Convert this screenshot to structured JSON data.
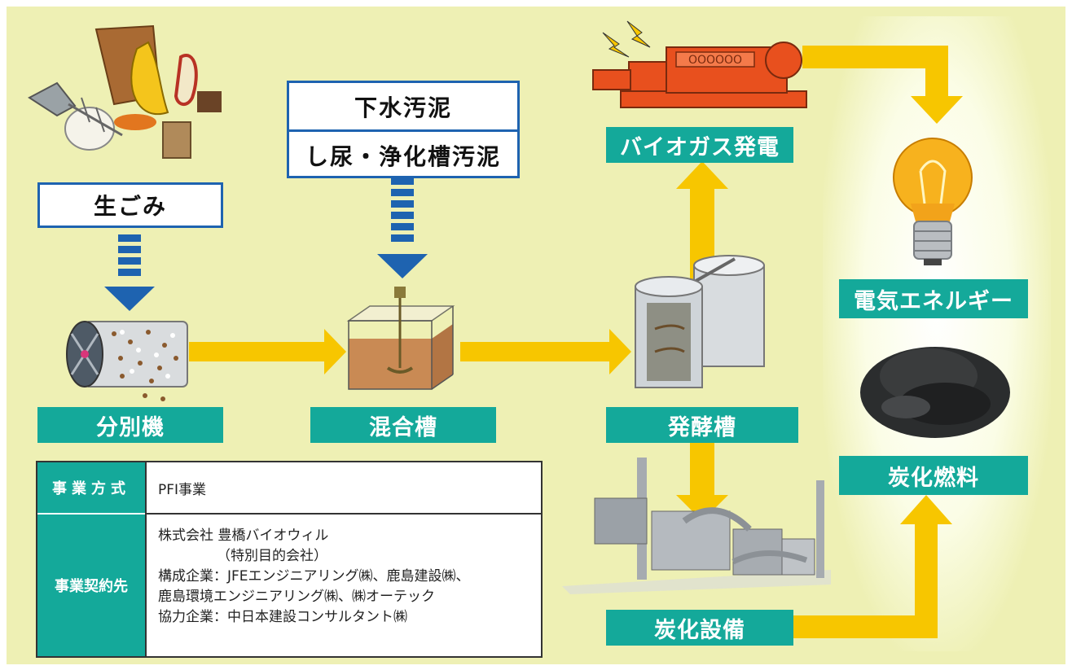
{
  "labels": {
    "food_waste": "生ごみ",
    "sewage_sludge": "下水汚泥",
    "night_soil": "し尿・浄化槽汚泥",
    "separator": "分別機",
    "mixing_tank": "混合槽",
    "fermentation_tank": "発酵槽",
    "biogas_power": "バイオガス発電",
    "electric_energy": "電気エネルギー",
    "carbonization_facility": "炭化設備",
    "carbonized_fuel": "炭化燃料"
  },
  "generator_panel": "OOOOOO",
  "info_table": {
    "row1_header": "事業方式",
    "row1_value": "PFI事業",
    "row2_header": "事業契約先",
    "row2_lines": [
      "株式会社 豊橋バイオウィル",
      "（特別目的会社）",
      "構成企業：JFEエンジニアリング㈱、鹿島建設㈱、",
      "鹿島環境エンジニアリング㈱、㈱オーテック",
      "協力企業：中日本建設コンサルタント㈱"
    ]
  },
  "colors": {
    "background": "#eef0b4",
    "label_teal": "#14a99a",
    "arrow_blue": "#1e63b0",
    "arrow_yellow": "#f7c600",
    "generator_orange": "#e8501e"
  }
}
